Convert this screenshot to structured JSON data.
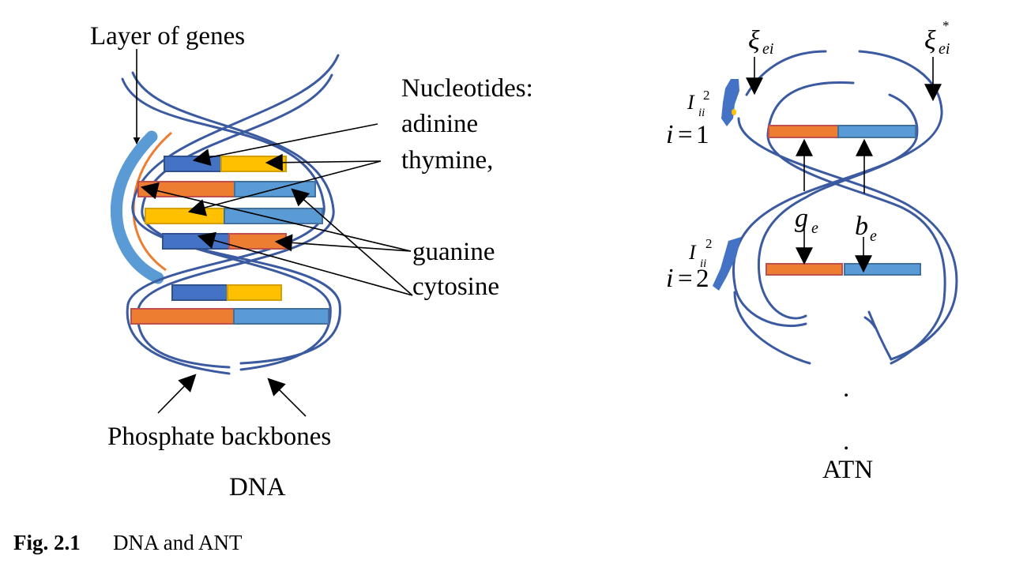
{
  "colors": {
    "strand": "#3b5aa0",
    "orange": "#ed7d31",
    "orange_edge": "#c0504d",
    "yellow": "#ffc000",
    "yellow_edge": "#d4a000",
    "dark_blue": "#4472c4",
    "dark_blue_edge": "#2f528f",
    "light_blue": "#5b9bd5",
    "light_blue_edge": "#41719c",
    "gene_layer": "#5b9bd5",
    "gene_line": "#ed7d31"
  },
  "dna": {
    "layer_label": "Layer of genes",
    "nucleotides": [
      "Nucleotides:",
      "adinine",
      "thymine,"
    ],
    "guanine": "guanine",
    "cytosine": "cytosine",
    "backbones": "Phosphate backbones",
    "title": "DNA"
  },
  "atn": {
    "xi": "ξ",
    "xi_sub": "ei",
    "xi_star": "*",
    "i_sym": "I",
    "i_sub": "ii",
    "i_sup": "2",
    "i": "i",
    "eq": "=",
    "level_1": "1",
    "level_2": "2",
    "g": "g",
    "b": "b",
    "e": "e",
    "dot": ".",
    "title": "ATN"
  },
  "caption": {
    "number": "Fig. 2.1",
    "text": "DNA and ANT"
  }
}
